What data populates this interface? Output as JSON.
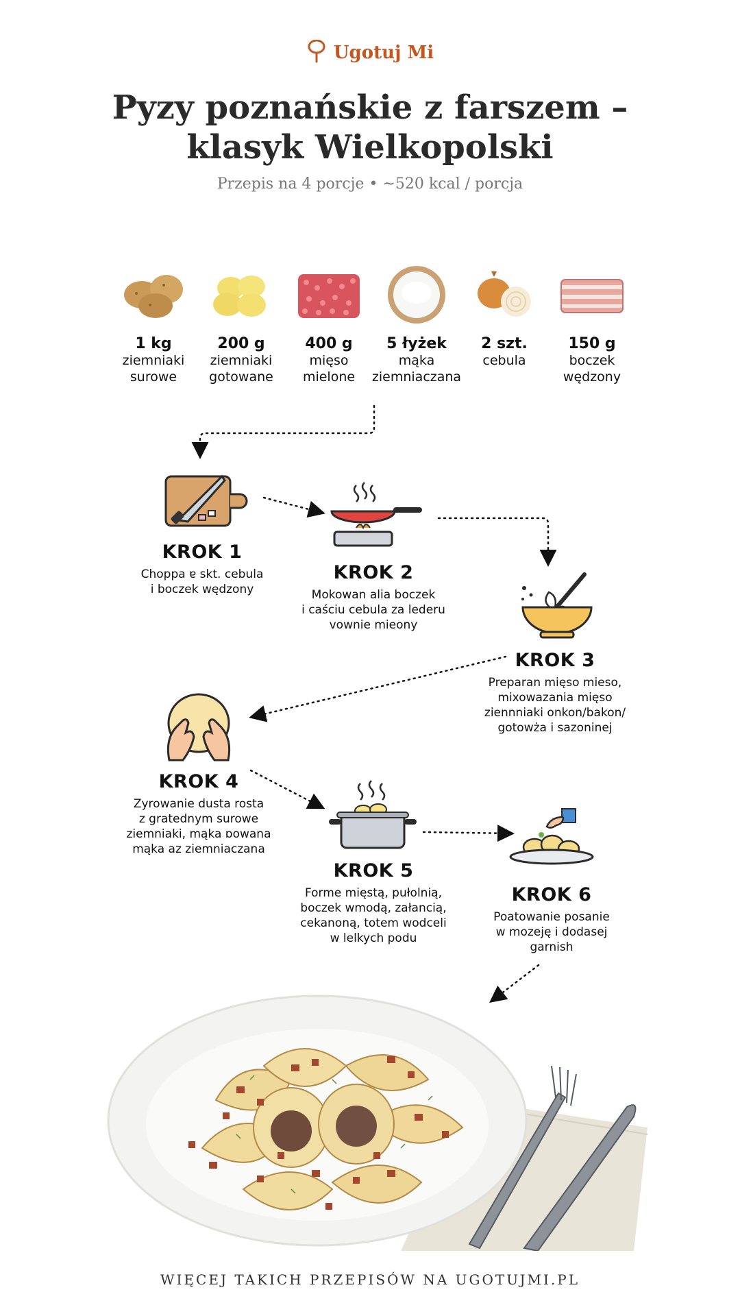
{
  "brand": {
    "name": "Ugotuj Mi",
    "icon": "spoon-icon",
    "color": "#c4571f"
  },
  "recipe": {
    "title": "Pyzy poznańskie z farszem – klasyk Wielkopolski",
    "subtitle": "Przepis na 4 porcje • ~520 kcal / porcja"
  },
  "ingredients": [
    {
      "amount": "1 kg",
      "name": "ziemniaki\nsurowe",
      "icon": "raw-potatoes-icon"
    },
    {
      "amount": "200 g",
      "name": "ziemniaki\ngotowane",
      "icon": "boiled-potatoes-icon"
    },
    {
      "amount": "400 g",
      "name": "mięso\nmielone",
      "icon": "minced-meat-icon"
    },
    {
      "amount": "5 łyżek",
      "name": "mąka\nziemniaczana",
      "icon": "flour-bowl-icon"
    },
    {
      "amount": "2 szt.",
      "name": "cebula",
      "icon": "onion-icon"
    },
    {
      "amount": "150 g",
      "name": "boczek\nwędzony",
      "icon": "bacon-icon"
    }
  ],
  "steps": [
    {
      "title": "KROK 1",
      "desc": "Choppa ɐ skt. cebula\ni boczek wędzony",
      "icon": "cutting-board-icon"
    },
    {
      "title": "KROK 2",
      "desc": "Mokowan alia boczek\ni caściu cebula za lederu\nvownie mieony",
      "icon": "frying-pan-icon"
    },
    {
      "title": "KROK 3",
      "desc": "Preparan mięso mieso,\nmixowazania mięso\nziennniaki onkon/bakon/\ngotowża i sazoninej",
      "icon": "mixing-bowl-icon"
    },
    {
      "title": "KROK 4",
      "desc": "Zyrowanie dusta rosta\nz gratednym surowe\nziemniaki, mąka ɒowana\nmąka az ziemniaczana",
      "icon": "kneading-hands-icon"
    },
    {
      "title": "KROK 5",
      "desc": "Forme mięstą, pułolnią,\nboczek wmodą, załancią,\ncekanoną, totem wodceli\nw lelkych podu",
      "icon": "cooking-pot-icon"
    },
    {
      "title": "KROK 6",
      "desc": "Poatowanie posanie\nw mozeję i dodasej\ngarnish",
      "icon": "serving-plate-icon"
    }
  ],
  "dish": {
    "icon": "dumplings-plate-icon"
  },
  "footer": {
    "text": "WIĘCEJ TAKICH PRZEPISÓW NA UGOTUJMI.PL"
  }
}
